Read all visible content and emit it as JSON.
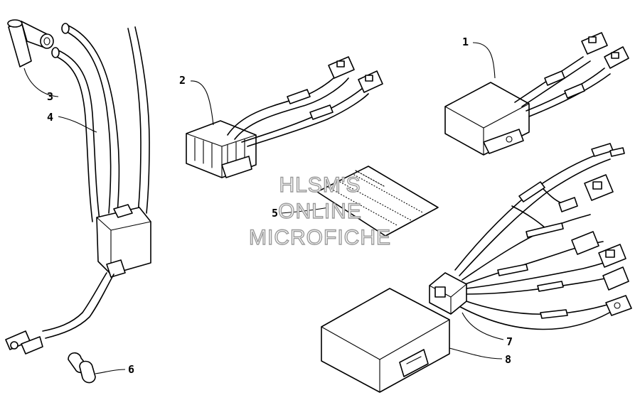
{
  "diagram": {
    "callouts": {
      "c1": "1",
      "c2": "2",
      "c3": "3",
      "c4": "4",
      "c5": "5",
      "c6": "6",
      "c7": "7",
      "c8": "8"
    },
    "watermark": {
      "line1": "HLSM'S",
      "line2": "ONLINE",
      "line3": "MICROFICHE"
    }
  }
}
